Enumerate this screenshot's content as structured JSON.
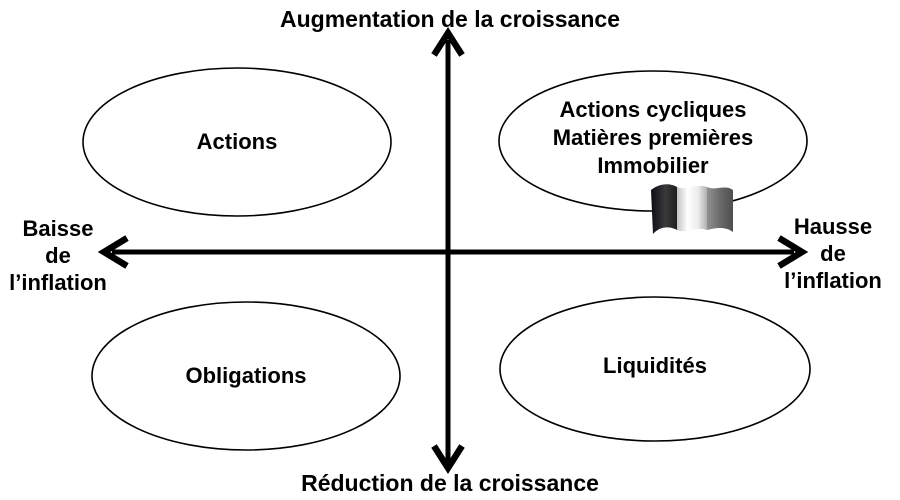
{
  "diagram": {
    "title_implicit": "Quadrant croissance / inflation",
    "colors": {
      "background": "#ffffff",
      "line": "#000000",
      "text": "#000000",
      "flag_dark_band": "#1a1a1a",
      "flag_light_band": "#f5f5f5",
      "flag_gray_band": "#6e6e6e"
    },
    "axes": {
      "top": {
        "label": "Augmentation de la croissance"
      },
      "bottom": {
        "label": "Réduction de la croissance"
      },
      "left": {
        "lines": [
          "Baisse",
          "de",
          "l’inflation"
        ]
      },
      "right": {
        "lines": [
          "Hausse",
          "de",
          "l’inflation"
        ]
      }
    },
    "quadrants": {
      "top_left": {
        "label": "Actions"
      },
      "top_right": {
        "lines": [
          "Actions cycliques",
          "Matières premières",
          "Immobilier"
        ]
      },
      "bottom_left": {
        "label": "Obligations"
      },
      "bottom_right": {
        "label": "Liquidités"
      }
    },
    "icons": {
      "flag": "waving-flag"
    }
  }
}
